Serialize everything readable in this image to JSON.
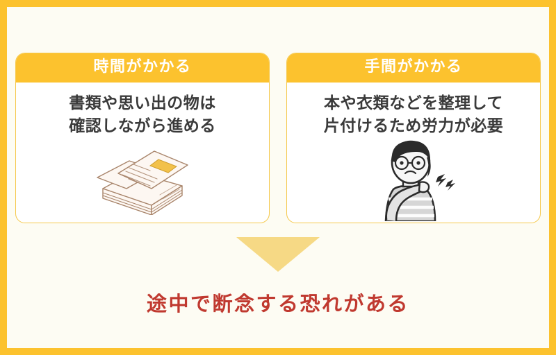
{
  "theme": {
    "frame_color": "#fcc22e",
    "background_color": "#fdfcf3",
    "card_background": "#ffffff",
    "card_border_color": "#f5c84a",
    "header_background": "#fcc22e",
    "header_text_color": "#ffffff",
    "body_text_color": "#3a3a3a",
    "arrow_color": "#f6d985",
    "conclusion_text_color": "#c0392f"
  },
  "cards": [
    {
      "header": "時間がかかる",
      "body": "書類や思い出の物は\n確認しながら進める",
      "illustration": "stacked-documents-illustration"
    },
    {
      "header": "手間がかかる",
      "body": "本や衣類などを整理して\n片付けるため労力が必要",
      "illustration": "person-with-shoulder-pain-illustration"
    }
  ],
  "arrow": {
    "icon": "triangle-down-icon"
  },
  "conclusion": {
    "text": "途中で断念する恐れがある"
  }
}
